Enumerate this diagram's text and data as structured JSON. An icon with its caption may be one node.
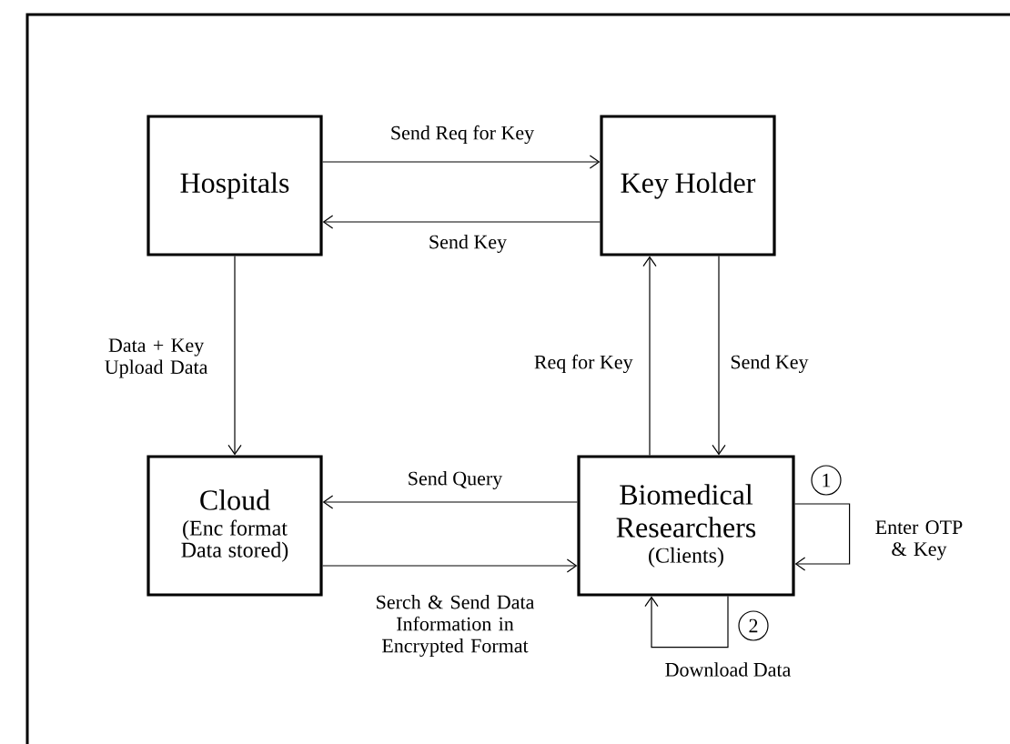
{
  "diagram": {
    "nodes": [
      {
        "text": [
          "Hospitals"
        ]
      },
      {
        "text": [
          "Key Holder"
        ]
      },
      {
        "text": [
          "Cloud",
          "(Enc format Data stored)"
        ]
      },
      {
        "text": [
          "Biomedical Researchers",
          "(Clients)"
        ]
      }
    ],
    "edges": [
      {
        "from": 0,
        "to": 1,
        "arrow": "to",
        "label": "Send Req for Key"
      },
      {
        "from": 1,
        "to": 0,
        "arrow": "to",
        "label": "Send Key"
      },
      {
        "from": 0,
        "to": 2,
        "arrow": "to",
        "label": "Data + Key Upload Data"
      },
      {
        "from": 3,
        "to": 1,
        "arrow": "to",
        "label": "Req for Key"
      },
      {
        "from": 1,
        "to": 3,
        "arrow": "to",
        "label": "Send Key"
      },
      {
        "from": 3,
        "to": 2,
        "arrow": "to",
        "label": "Send Query"
      },
      {
        "from": 2,
        "to": 3,
        "arrow": "to",
        "label": "Serch & Send Data Information in Encrypted Format"
      },
      {
        "from": 3,
        "to": 3,
        "arrow": "to",
        "label": "Enter OTP & Key"
      },
      {
        "from": 3,
        "to": 3,
        "arrow": "to",
        "label": "Download Data"
      }
    ],
    "labels": [
      "1",
      "2"
    ]
  }
}
